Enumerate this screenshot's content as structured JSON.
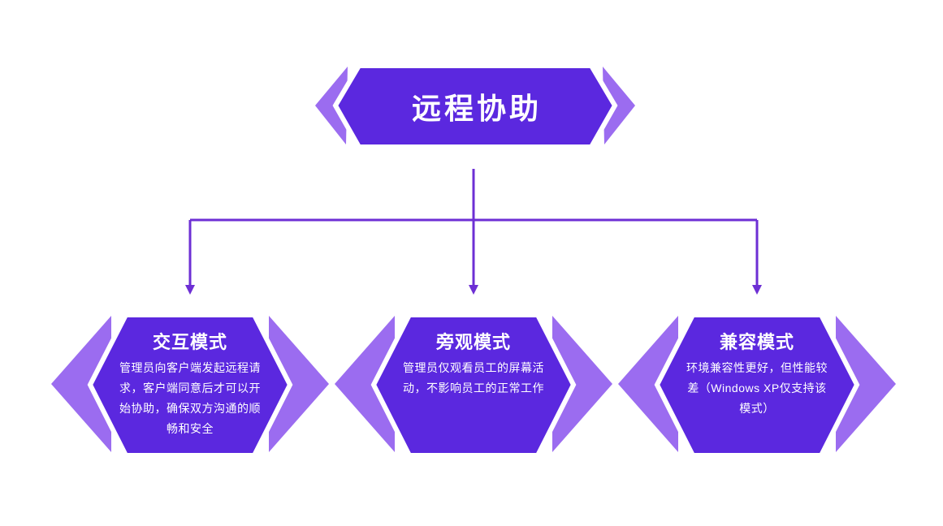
{
  "diagram": {
    "root": {
      "title": "远程协助"
    },
    "nodes": [
      {
        "id": "interactive-mode",
        "title": "交互模式",
        "desc": "管理员向客户端发起远程请求，客户端同意后才可以开始协助，确保双方沟通的顺畅和安全"
      },
      {
        "id": "observer-mode",
        "title": "旁观模式",
        "desc": "管理员仅观看员工的屏幕活动，不影响员工的正常工作"
      },
      {
        "id": "compatibility-mode",
        "title": "兼容模式",
        "desc": "环境兼容性更好，但性能较差（Windows XP仅支持该模式）"
      }
    ]
  },
  "colors": {
    "node_fill": "#5b28df",
    "chevron_fill": "#9b6cf0",
    "connector": "#6d2fd4",
    "node_text": "#ffffff",
    "gap_stroke": "#ffffff",
    "background": "#ffffff"
  }
}
